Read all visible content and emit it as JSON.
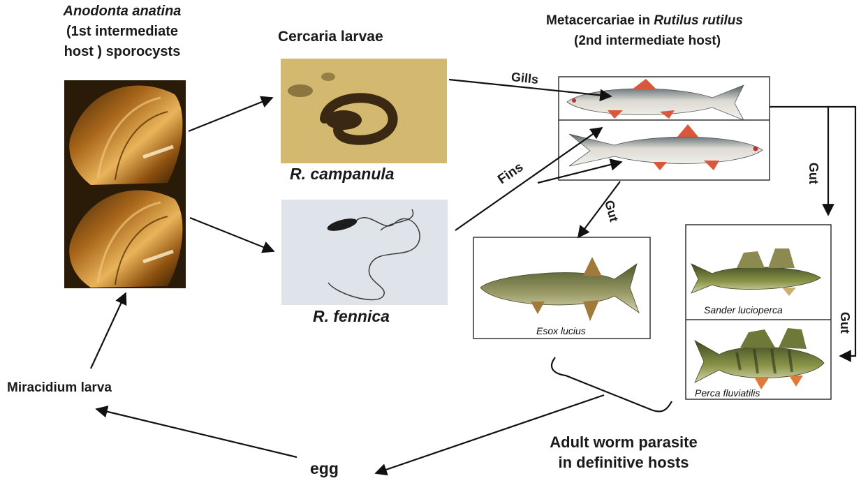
{
  "first_host": {
    "species": "Anodonta anatina",
    "line2": "(1st intermediate",
    "line3": "host ) sporocysts"
  },
  "cercaria": {
    "title": "Cercaria larvae",
    "species_a": "R. campanula",
    "species_b": "R. fennica"
  },
  "second_host": {
    "title_prefix": "Metacercariae in ",
    "title_species": "Rutilus rutilus",
    "subtitle": "(2nd intermediate host)"
  },
  "routes": {
    "gills": "Gills",
    "fins": "Fins",
    "gut_left": "Gut",
    "gut_right_upper": "Gut",
    "gut_right_lower": "Gut"
  },
  "definitive_hosts": {
    "pike": "Esox lucius",
    "zander": "Sander lucioperca",
    "perch": "Perca fluviatilis",
    "caption_line1": "Adult  worm parasite",
    "caption_line2": "in definitive hosts"
  },
  "miracidium": "Miracidium larva",
  "egg": "egg",
  "colors": {
    "arrow": "#111111",
    "clam": "#b8741e",
    "cercaria_bg": "#d9c27c",
    "fennica_bg": "#dfe3ea",
    "fish_body": "#e6e3dc",
    "fish_fin": "#d9573a",
    "pike_body": "#8a8a58",
    "perch_body": "#7b8a3c"
  }
}
